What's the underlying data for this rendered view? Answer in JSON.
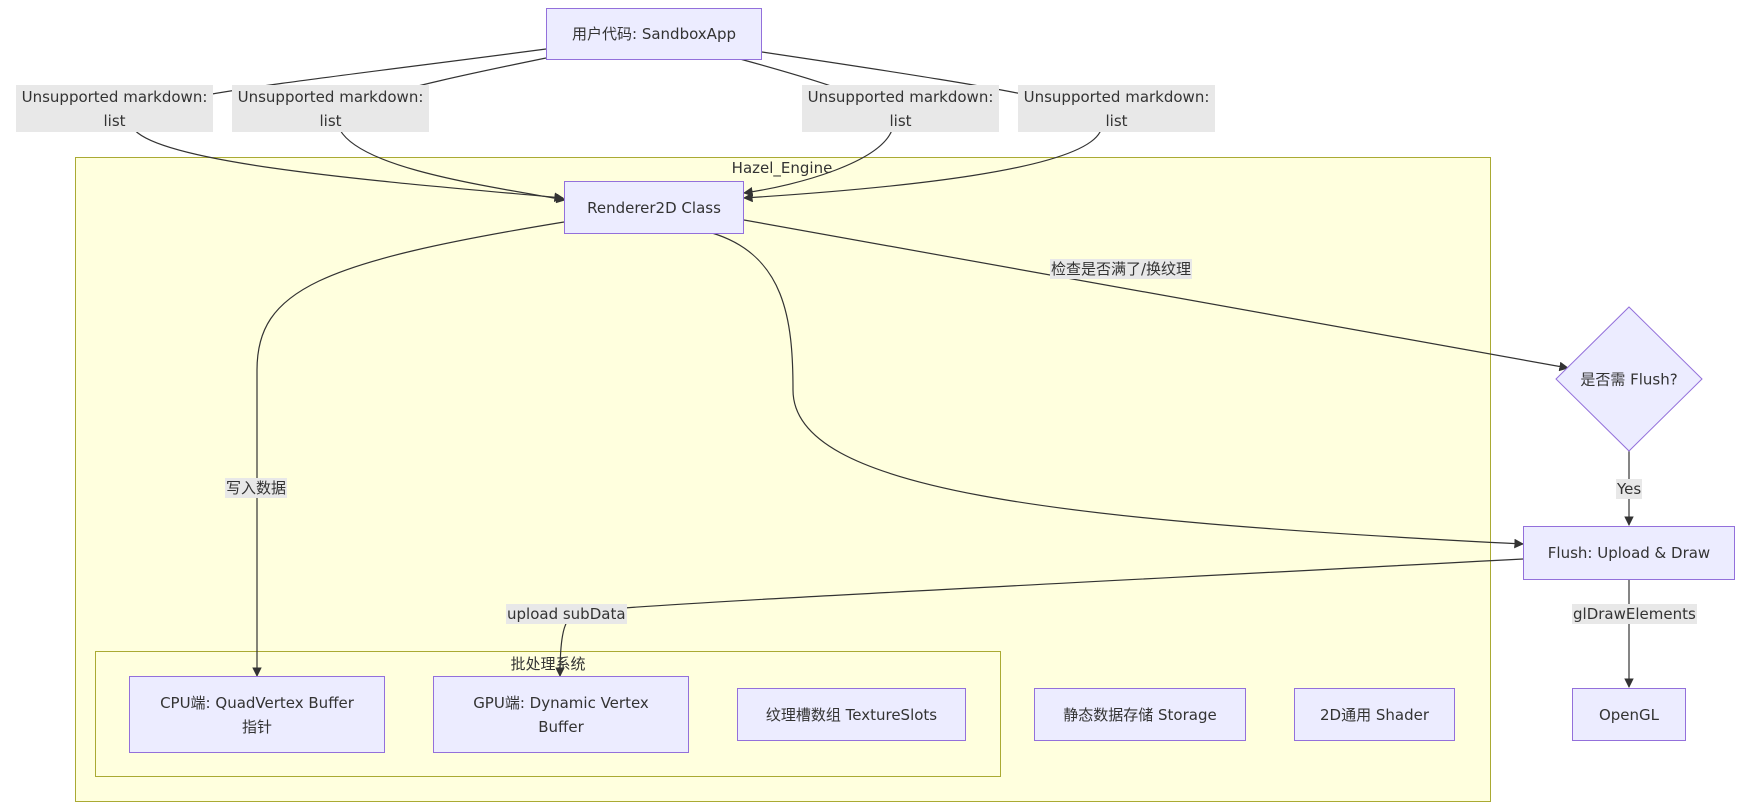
{
  "nodes": {
    "sandbox_app": "用户代码: SandboxApp",
    "renderer2d": "Renderer2D Class",
    "need_flush": "是否需 Flush?",
    "flush": "Flush: Upload & Draw",
    "opengl": "OpenGL",
    "cpu_buffer": "CPU端: QuadVertex Buffer 指针",
    "gpu_buffer": "GPU端: Dynamic Vertex Buffer",
    "texture_slots": "纹理槽数组 TextureSlots",
    "static_storage": "静态数据存储 Storage",
    "shader": "2D通用 Shader"
  },
  "unsupported_labels": [
    "Unsupported markdown: list",
    "Unsupported markdown: list",
    "Unsupported markdown: list",
    "Unsupported markdown: list"
  ],
  "subgraphs": {
    "hazel_engine": "Hazel_Engine",
    "batch_system": "批处理系统"
  },
  "edge_labels": {
    "check_full": "检查是否满了/换纹理",
    "write_data": "写入数据",
    "yes": "Yes",
    "upload_subdata": "upload subData",
    "gl_draw_elements": "glDrawElements"
  },
  "colors": {
    "node_fill": "#ececff",
    "node_stroke": "#9370db",
    "cluster_fill": "#ffffde",
    "cluster_stroke": "#aaaa33",
    "label_bg": "#e8e8e8",
    "edge": "#333333"
  }
}
